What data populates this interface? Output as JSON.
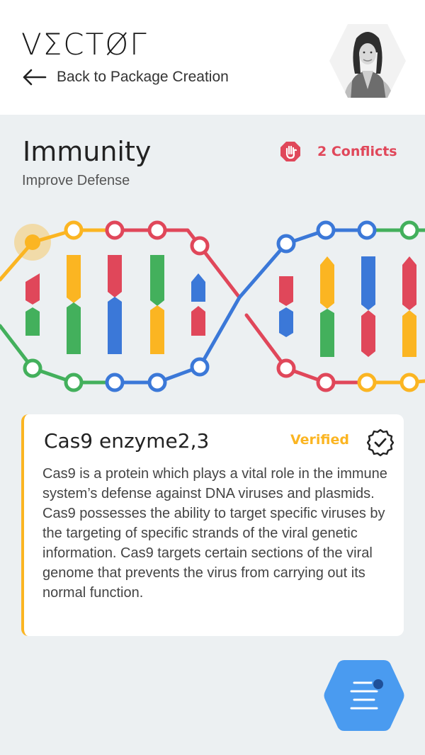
{
  "header": {
    "logo": "VΣCTØΓ",
    "back_label": "Back to Package Creation"
  },
  "page": {
    "title": "Immunity",
    "subtitle": "Improve Defense",
    "conflicts_label": "2 Conflicts"
  },
  "card": {
    "title": "Cas9 enzyme2,3",
    "status": "Verified",
    "body": "Cas9 is a protein which plays a vital role in the immune system’s defense against DNA viruses and plasmids. Cas9 possesses the ability to target specific viruses by the targeting of specific strands of the viral genetic information. Cas9 targets certain sections of the viral genome that prevents the virus from carrying out its normal function."
  },
  "colors": {
    "red": "#e0475a",
    "yellow": "#fbb522",
    "green": "#43b05c",
    "blue": "#3b78d8",
    "fab": "#4a9bf0"
  },
  "icons": {
    "back": "arrow-left-icon",
    "conflict": "stop-hand-icon",
    "verified": "award-badge-icon",
    "fab": "menu-icon"
  }
}
